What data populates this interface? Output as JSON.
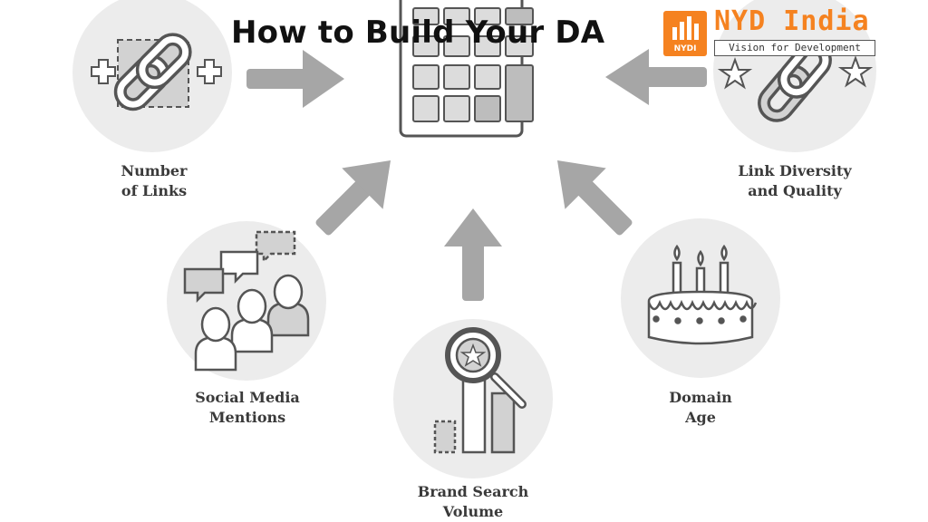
{
  "title": "How to Build Your DA",
  "logo": {
    "name": "NYD India",
    "tagline": "Vision for Development",
    "badge_text": "NYDI",
    "accent_color": "#f58220"
  },
  "center": {
    "icon": "calculator-icon"
  },
  "factors": [
    {
      "id": "number-of-links",
      "lines": [
        "Number",
        "of Links"
      ],
      "icon": "chain-link-plus-icon"
    },
    {
      "id": "link-diversity",
      "lines": [
        "Link Diversity",
        "and Quality"
      ],
      "icon": "chain-link-stars-icon"
    },
    {
      "id": "social-media",
      "lines": [
        "Social Media",
        "Mentions"
      ],
      "icon": "people-speech-bubbles-icon"
    },
    {
      "id": "brand-search",
      "lines": [
        "Brand Search",
        "Volume"
      ],
      "icon": "magnifier-bar-chart-icon"
    },
    {
      "id": "domain-age",
      "lines": [
        "Domain",
        "Age"
      ],
      "icon": "birthday-cake-icon"
    }
  ],
  "colors": {
    "circle": "#ececec",
    "arrow": "#a6a6a6",
    "stroke": "#555555",
    "fill": "#cfcfcf",
    "label": "#3a3a3a"
  }
}
